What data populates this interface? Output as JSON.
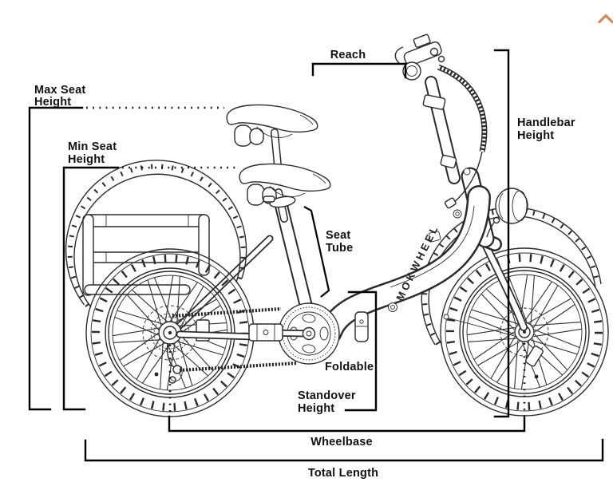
{
  "page": {
    "background_color": "#ffffff"
  },
  "controls": {
    "chevron_color": "#D4875D",
    "chevron_icon": "chevron-up"
  },
  "diagram": {
    "ink_color": "#2b2b2b",
    "annotation_color": "#000000",
    "brand_label": "MOKWHEEL",
    "labels": {
      "reach": "Reach",
      "max_seat_height_1": "Max Seat",
      "max_seat_height_2": "Height",
      "min_seat_height_1": "Min Seat",
      "min_seat_height_2": "Height",
      "handlebar_height_1": "Handlebar",
      "handlebar_height_2": "Height",
      "seat_tube_1": "Seat",
      "seat_tube_2": "Tube",
      "foldable": "Foldable",
      "standover_height_1": "Standover",
      "standover_height_2": "Height",
      "wheelbase": "Wheelbase",
      "total_length": "Total Length"
    }
  }
}
